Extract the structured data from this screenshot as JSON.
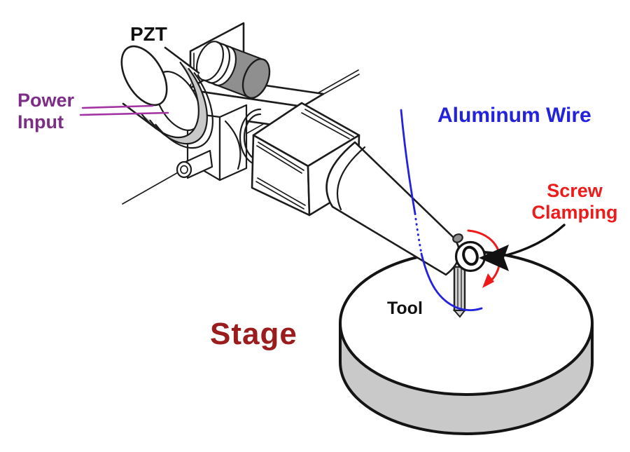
{
  "labels": {
    "pzt": {
      "text": "PZT"
    },
    "power_input": {
      "line1": "Power",
      "line2": "Input"
    },
    "aluminum_wire": {
      "text": "Aluminum Wire"
    },
    "screw_clamping": {
      "line1": "Screw",
      "line2": "Clamping"
    },
    "tool": {
      "text": "Tool"
    },
    "stage": {
      "text": "Stage"
    }
  },
  "colors": {
    "line_art": "#1c1c1c",
    "label_black": "#111111",
    "power_purple": "#7c2d86",
    "power_lines_magenta": "#a332a3",
    "wire_blue": "#2323dd",
    "clamp_red": "#ee1b1b",
    "stage_maroon": "#9a1c1c",
    "metal_gray": "#8f8f8f",
    "shade_gray": "#c9c9c9",
    "tool_gray": "#d2d2d2",
    "background": "#ffffff"
  }
}
